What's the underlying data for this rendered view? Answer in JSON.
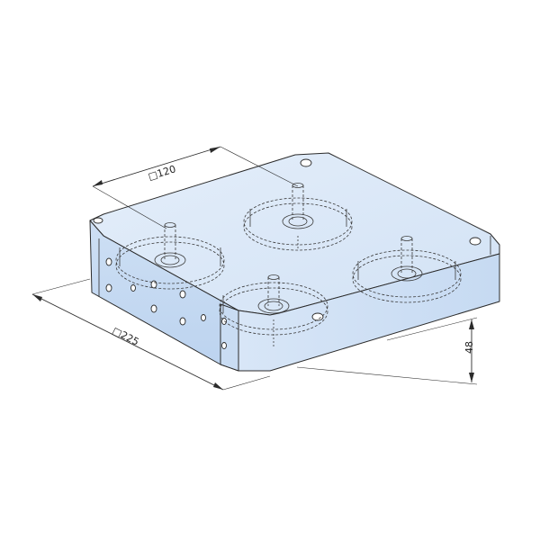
{
  "diagram": {
    "dimensions": {
      "top_spacing": "□120",
      "side_length": "□225",
      "height": "48"
    },
    "colors": {
      "plate_top": "#dce9f7",
      "plate_front": "#c7daf2",
      "plate_side": "#d4e3f6",
      "edge": "#2b2b2b",
      "hidden_line": "#3a3a3a"
    }
  }
}
